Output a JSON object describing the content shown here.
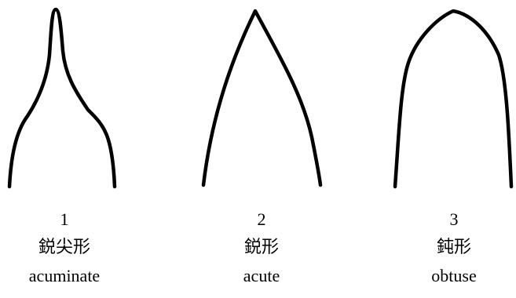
{
  "stroke_color": "#000000",
  "background_color": "#ffffff",
  "shapes": [
    {
      "icon": "acuminate-leaf-apex-icon",
      "number": "1",
      "japanese": "鋭尖形",
      "english": "acuminate"
    },
    {
      "icon": "acute-leaf-apex-icon",
      "number": "2",
      "japanese": "鋭形",
      "english": "acute"
    },
    {
      "icon": "obtuse-leaf-apex-icon",
      "number": "3",
      "japanese": "鈍形",
      "english": "obtuse"
    }
  ]
}
